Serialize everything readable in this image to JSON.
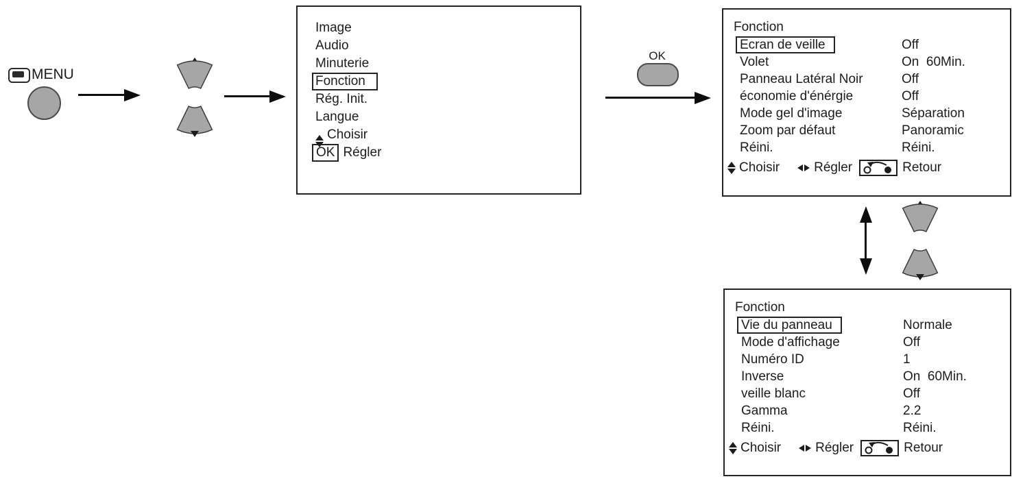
{
  "remote": {
    "menu_button_label": "MENU",
    "ok_button_label": "OK"
  },
  "main_menu": {
    "items": [
      {
        "label": "Image"
      },
      {
        "label": "Audio"
      },
      {
        "label": "Minuterie"
      },
      {
        "label": "Fonction",
        "selected": true
      },
      {
        "label": "Rég. Init."
      },
      {
        "label": "Langue"
      }
    ],
    "footer_choisir": "Choisir",
    "footer_ok": "OK",
    "footer_regler": "Régler"
  },
  "fonction_menu_top": {
    "title": "Fonction",
    "rows": [
      {
        "label": "Ecran de veille",
        "value": "Off",
        "selected": true
      },
      {
        "label": "Volet",
        "value": "On  60Min."
      },
      {
        "label": "Panneau Latéral Noir",
        "value": "Off"
      },
      {
        "label": "économie d'énérgie",
        "value": "Off"
      },
      {
        "label": "Mode gel d'image",
        "value": "Séparation"
      },
      {
        "label": "Zoom par défaut",
        "value": "Panoramic"
      },
      {
        "label": "Réini.",
        "value": "Réini."
      }
    ],
    "footer_choisir": "Choisir",
    "footer_regler": "Régler",
    "footer_retour": "Retour"
  },
  "fonction_menu_bottom": {
    "title": "Fonction",
    "rows": [
      {
        "label": "Vie du panneau",
        "value": "Normale",
        "selected": true
      },
      {
        "label": "Mode d'affichage",
        "value": "Off"
      },
      {
        "label": "Numéro ID",
        "value": "1"
      },
      {
        "label": "Inverse",
        "value": "On  60Min."
      },
      {
        "label": "veille blanc",
        "value": "Off"
      },
      {
        "label": "Gamma",
        "value": "2.2"
      },
      {
        "label": "Réini.",
        "value": "Réini."
      }
    ],
    "footer_choisir": "Choisir",
    "footer_regler": "Régler",
    "footer_retour": "Retour"
  },
  "icons": {
    "menu_button": "menu-screen-icon",
    "rocker": "up-down-rocker",
    "choisir_hint": "up-down-arrows-icon",
    "regler_hint": "left-right-arrows-icon",
    "retour_hint": "return-button-icon"
  },
  "colors": {
    "button_gray": "#a6a6a6",
    "line_black": "#0d0d0d",
    "border_black": "#232323"
  }
}
